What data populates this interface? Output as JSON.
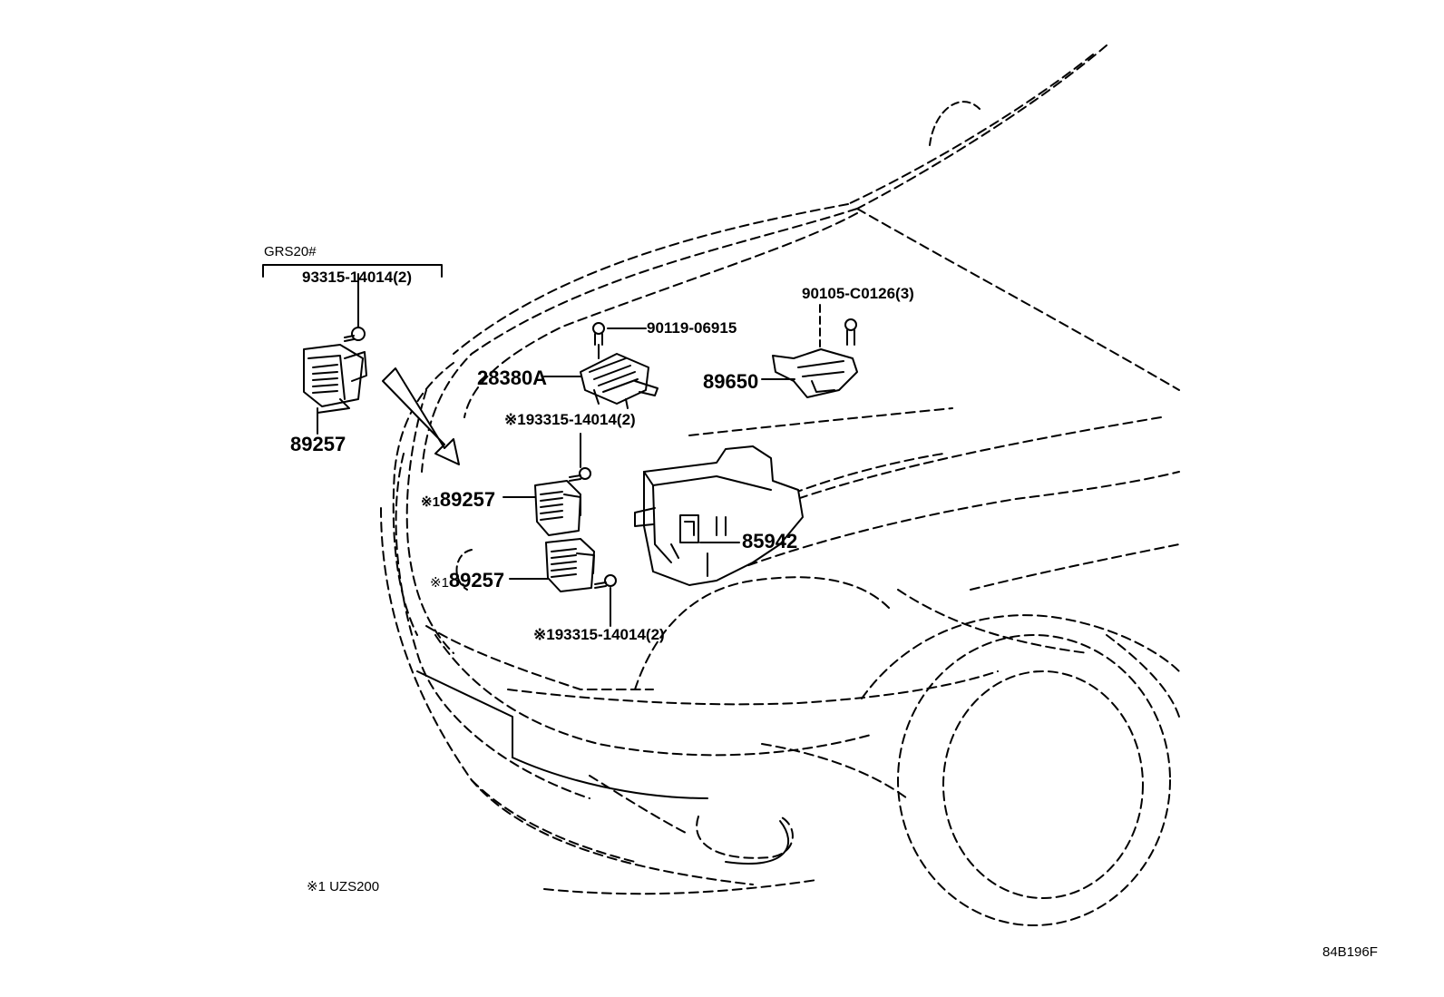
{
  "diagram": {
    "group_label": "GRS20#",
    "labels": {
      "bolt_grs": "93315-14014(2)",
      "module_grs": "89257",
      "bolt_top": "90119-06915",
      "bracket": "28380A",
      "bolt_right": "90105-C0126(3)",
      "module_right": "89650",
      "bolt_mid": "※193315-14014(2)",
      "module_upper_prefix": "※1",
      "module_upper": "89257",
      "box": "85942",
      "module_lower_prefix": "※1",
      "module_lower": "89257",
      "bolt_lower": "※193315-14014(2)"
    },
    "footnote": "※1 UZS200",
    "drawing_code": "84B196F"
  }
}
